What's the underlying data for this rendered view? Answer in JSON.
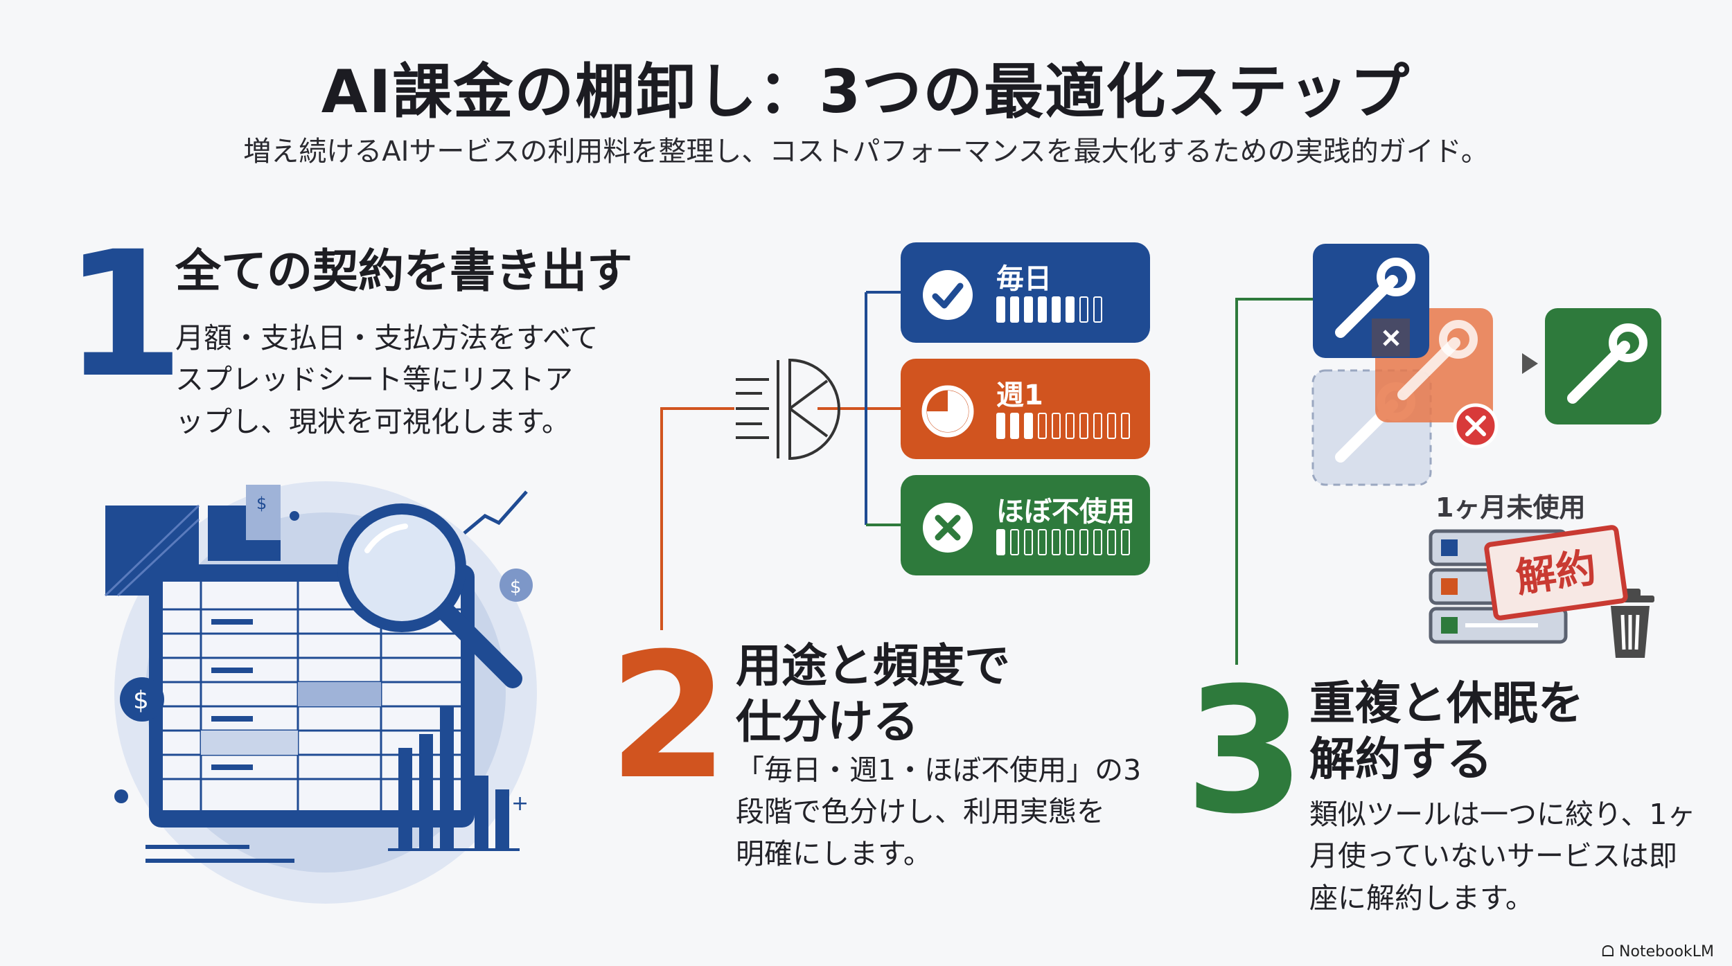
{
  "title": "AI課金の棚卸し：3つの最適化ステップ",
  "subtitle": "増え続けるAIサービスの利用料を整理し、コストパフォーマンスを最大化するための実践的ガイド。",
  "colors": {
    "blue": "#1f4b93",
    "orange": "#d1541f",
    "green": "#2e7a3c"
  },
  "steps": [
    {
      "number": "1",
      "heading": "全ての契約を書き出す",
      "body_lines": [
        "月額・支払日・支払方法をすべて",
        "スプレッドシート等にリストア",
        "ップし、現状を可視化します。"
      ]
    },
    {
      "number": "2",
      "heading_lines": [
        "用途と頻度で",
        "仕分ける"
      ],
      "body_lines": [
        "「毎日・週1・ほぼ不使用」の3",
        "段階で色分けし、利用実態を",
        "明確にします。"
      ]
    },
    {
      "number": "3",
      "heading_lines": [
        "重複と休眠を",
        "解約する"
      ],
      "body_lines": [
        "類似ツールは一つに絞り、1ヶ",
        "月使っていないサービスは即",
        "座に解約します。"
      ]
    }
  ],
  "frequency": [
    {
      "label": "毎日",
      "icon": "check-icon",
      "filled": 6,
      "total": 8
    },
    {
      "label": "週1",
      "icon": "pie-icon",
      "filled": 3,
      "total": 10
    },
    {
      "label": "ほぼ不使用",
      "icon": "x-icon",
      "filled": 1,
      "total": 10
    }
  ],
  "unused_label": "1ヶ月未使用",
  "stamp_label": "解約",
  "footer": "NotebookLM"
}
